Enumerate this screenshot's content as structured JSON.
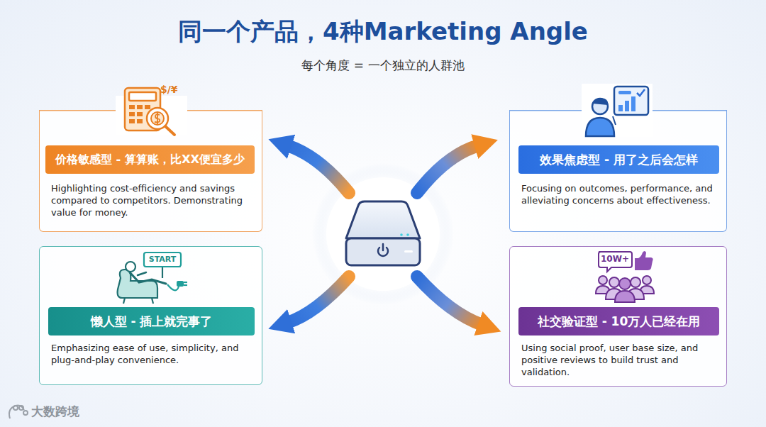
{
  "diagram": {
    "title": "同一个产品，4种Marketing Angle",
    "nodes": [
      {
        "text": [
          "Highlighting cost-efficiency and savings compared to competitors. Demonstrating value for money."
        ]
      },
      {
        "text": [
          "价格敏感型 - 算算账，比XX便宜多少"
        ],
        "in": 0
      },
      {
        "text": [
          "Focusing on outcomes, performance, and alleviating concerns about effectiveness."
        ]
      },
      {
        "text": [
          "效果焦虑型 - 用了之后会怎样"
        ],
        "in": 2
      },
      {
        "text": [
          "Emphasizing ease of use, simplicity, and plug-and-play convenience."
        ]
      },
      {
        "text": [
          "懒人型 - 插上就完事了"
        ],
        "in": 4
      },
      {
        "text": [
          "Using social proof, user base size, and positive reviews to build trust and validation."
        ]
      },
      {
        "text": [
          "社交验证型 - 10万人已经在用"
        ],
        "in": 6
      }
    ],
    "labels": [
      "每个角度 = 一个独立的人群池",
      "$/¥",
      "START",
      "10W+",
      "大数跨境"
    ]
  }
}
